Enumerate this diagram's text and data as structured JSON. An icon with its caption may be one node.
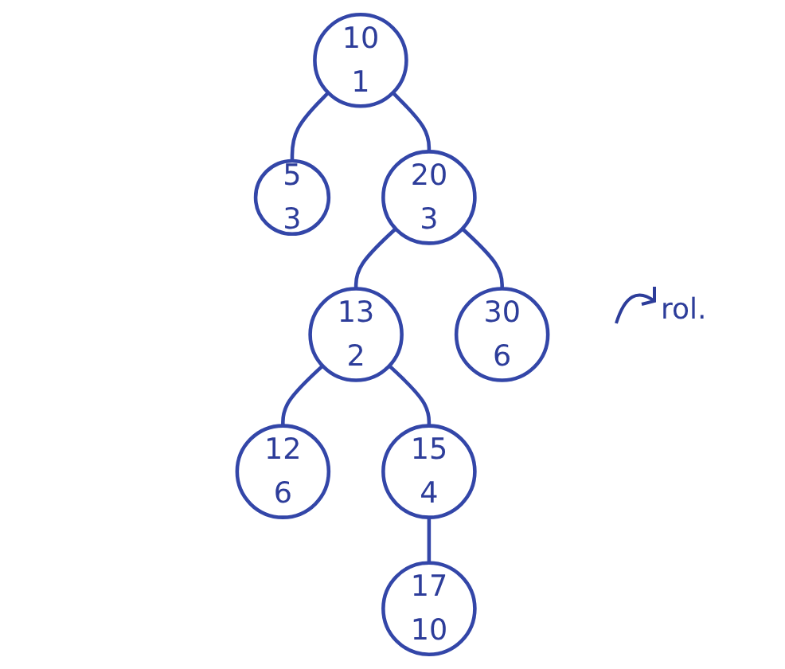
{
  "diagram": {
    "nodes": [
      {
        "text": [
          "10",
          "1"
        ]
      },
      {
        "text": [
          "5",
          "3"
        ]
      },
      {
        "text": [
          "20",
          "3"
        ]
      },
      {
        "text": [
          "13",
          "2"
        ]
      },
      {
        "text": [
          "30",
          "6"
        ]
      },
      {
        "text": [
          "12",
          "6"
        ]
      },
      {
        "text": [
          "15",
          "4"
        ]
      },
      {
        "text": [
          "17",
          "10"
        ]
      }
    ],
    "edges": [
      {
        "from": 0,
        "to": 1,
        "arrow": "none"
      },
      {
        "from": 0,
        "to": 2,
        "arrow": "none"
      },
      {
        "from": 2,
        "to": 3,
        "arrow": "none"
      },
      {
        "from": 2,
        "to": 4,
        "arrow": "none"
      },
      {
        "from": 3,
        "to": 5,
        "arrow": "none"
      },
      {
        "from": 3,
        "to": 6,
        "arrow": "none"
      },
      {
        "from": 6,
        "to": 7,
        "arrow": "none"
      }
    ],
    "labels": [
      "rol."
    ]
  }
}
